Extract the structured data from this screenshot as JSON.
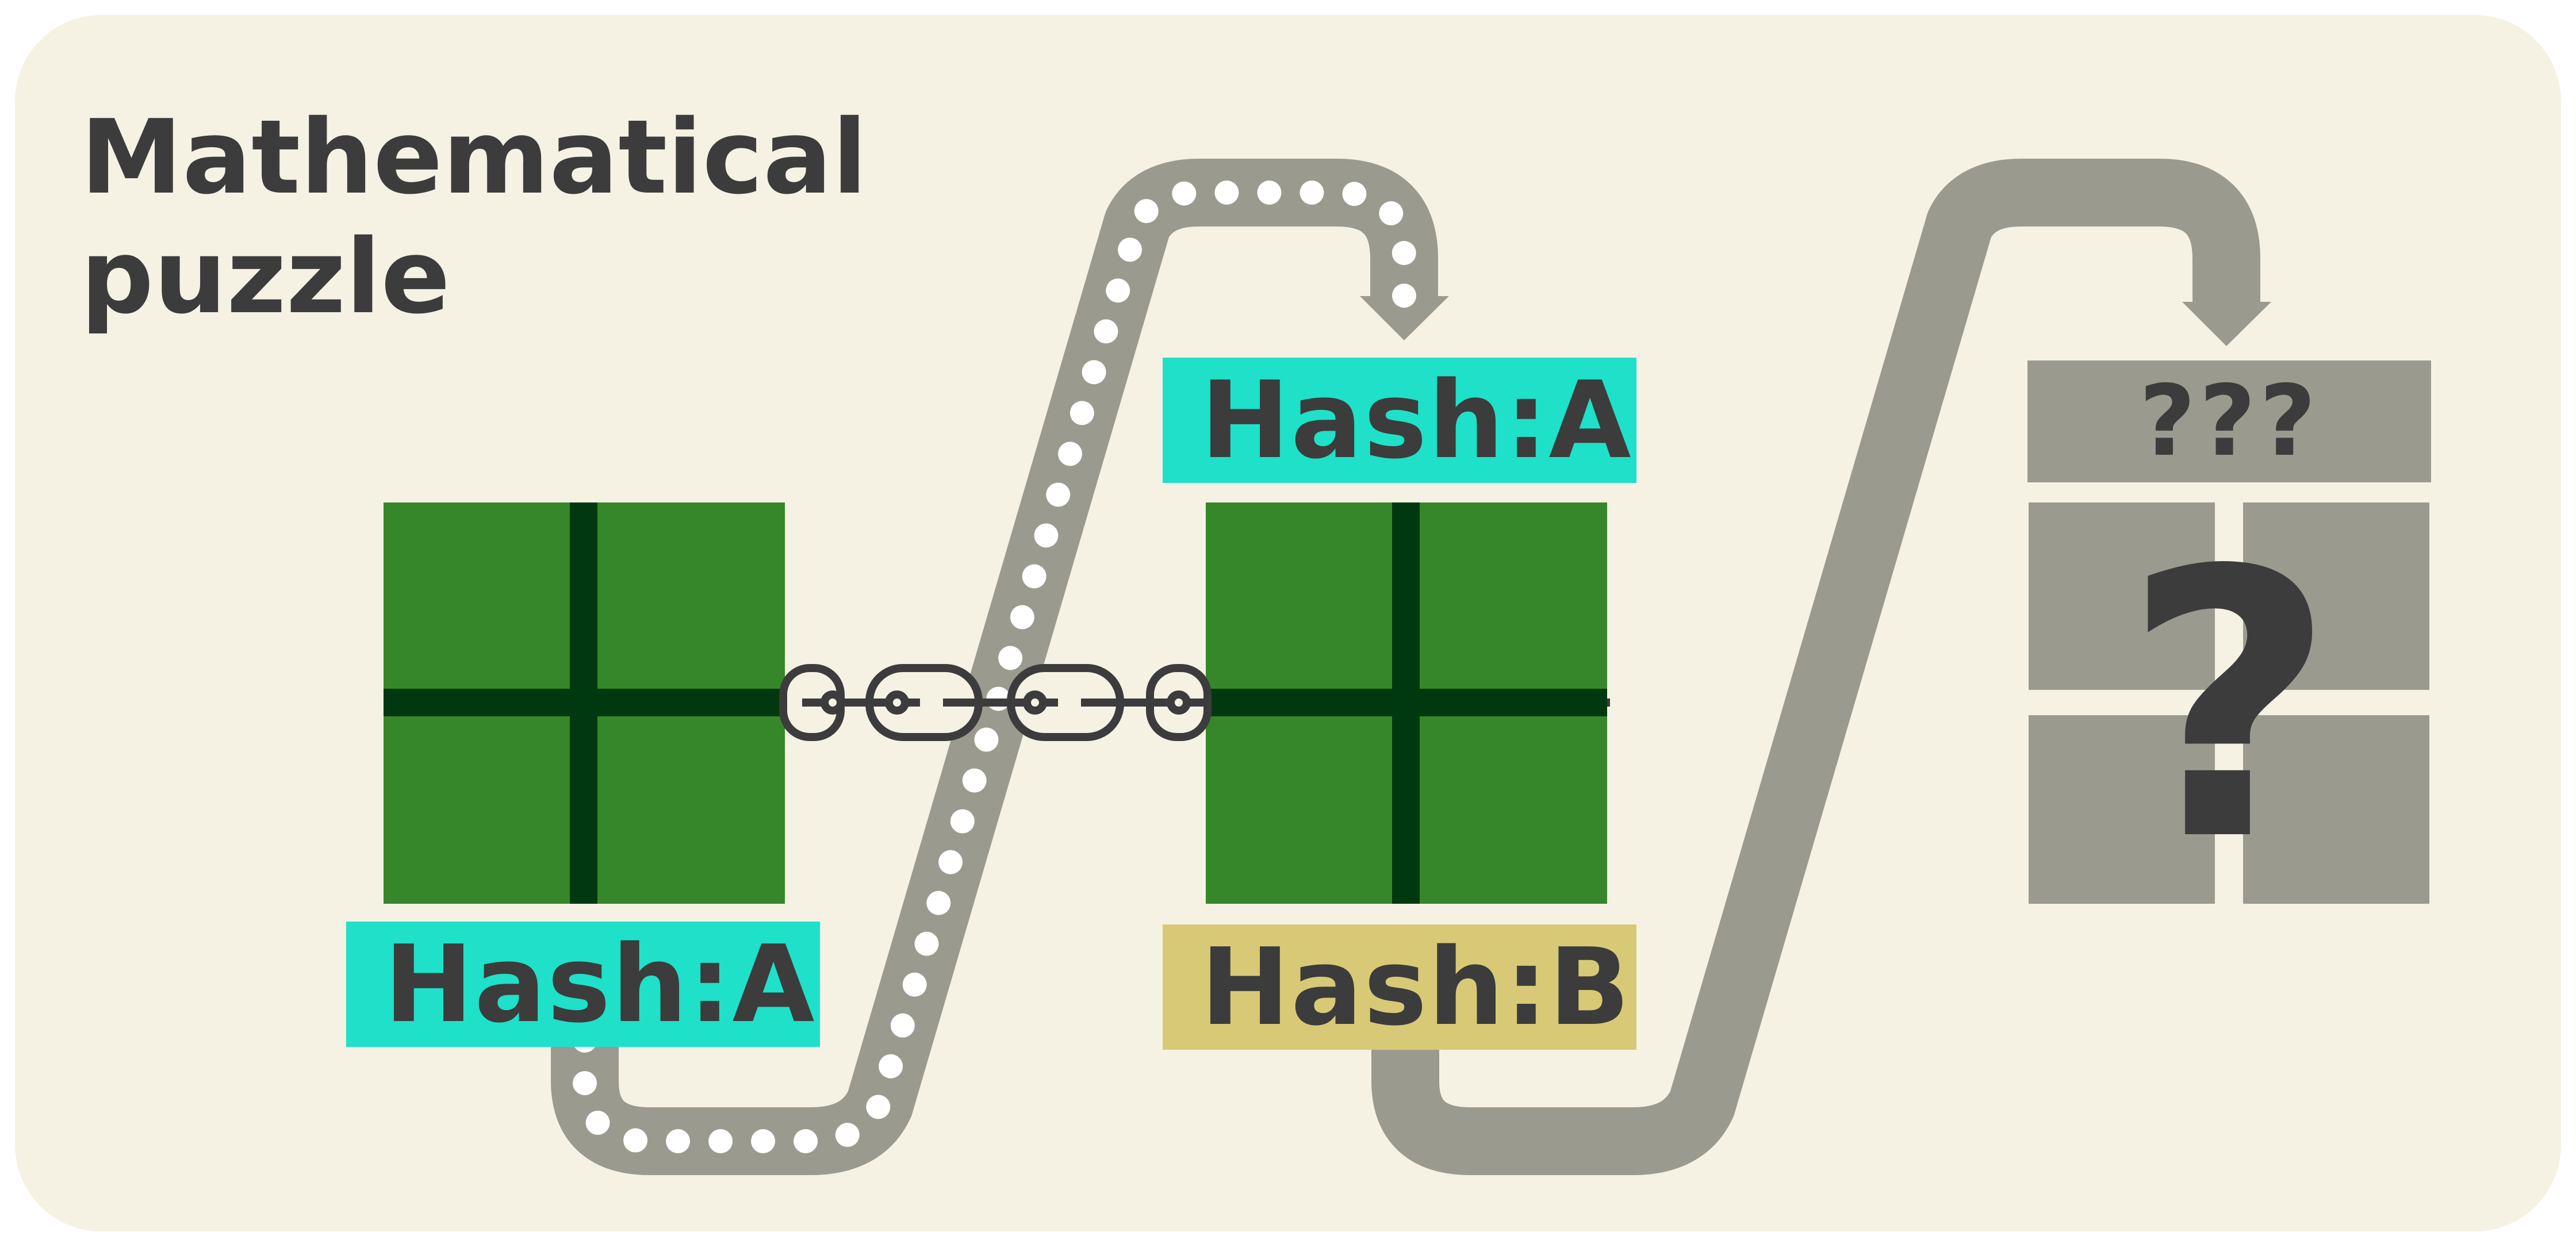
{
  "title": {
    "line1": "Mathematical",
    "line2": "puzzle"
  },
  "labels": {
    "block1_hash": "Hash:A",
    "block2_prev_hash": "Hash:A",
    "block2_hash": "Hash:B",
    "unknown_hash": "???",
    "unknown_block_mark": "?"
  },
  "colors": {
    "background": "#f5f2e4",
    "block_green": "#36872a",
    "block_divider": "#00390f",
    "hash_cyan": "#1fe0c9",
    "hash_yellow": "#d8c976",
    "path_gray": "#9b9a8e",
    "text_dark": "#3c3c3c"
  }
}
